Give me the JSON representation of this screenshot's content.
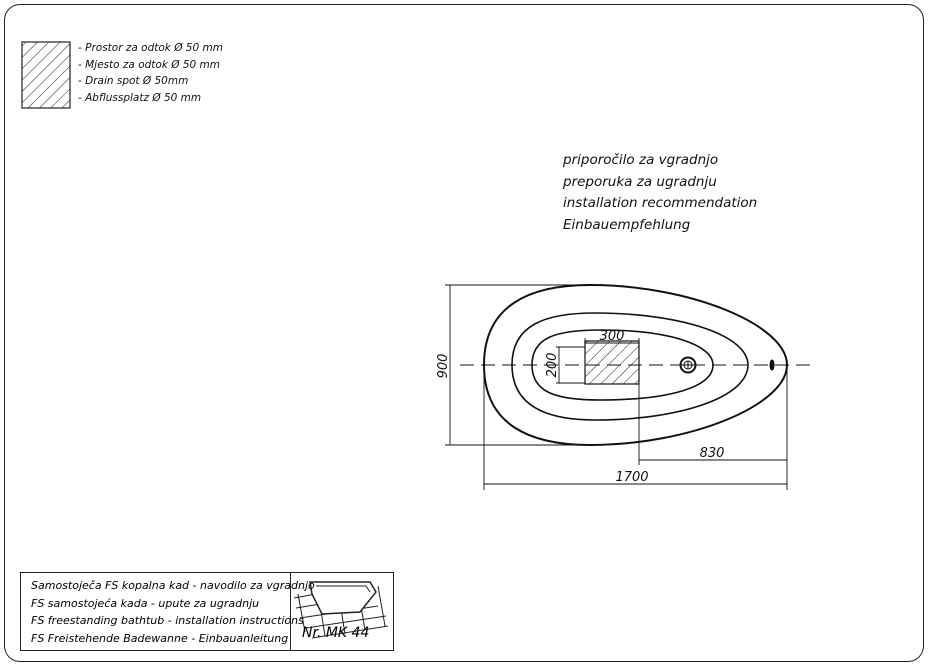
{
  "legend": {
    "items": [
      "- Prostor za odtok Ø 50 mm",
      "- Mjesto za odtok Ø 50 mm",
      "- Drain spot Ø 50mm",
      "- Abflussplatz Ø 50 mm"
    ]
  },
  "recommendation": [
    "priporočilo za vgradnjo",
    "preporuka za ugradnju",
    "installation recommendation",
    "Einbauempfehlung"
  ],
  "dimensions": {
    "height": "900",
    "length": "1700",
    "drain_offset": "830",
    "drain_width": "300",
    "drain_depth": "200"
  },
  "title_block": {
    "lines": [
      "Samostoječa FS kopalna kad - navodilo za vgradnjo",
      "FS samostojeća kada - upute za ugradnju",
      "FS freestanding bathtub - installation instructions",
      "FS Freistehende Badewanne - Einbauanleitung"
    ],
    "number": "Nr. MK 44"
  }
}
